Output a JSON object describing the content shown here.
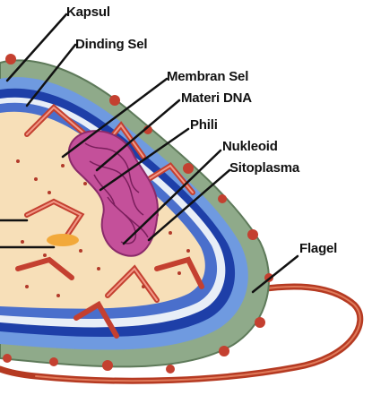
{
  "labels": {
    "kapsul": "Kapsul",
    "dinding_sel": "Dinding Sel",
    "membran_sel": "Membran Sel",
    "materi_dna": "Materi DNA",
    "phili": "Phili",
    "nukleoid": "Nukleoid",
    "sitoplasma": "Sitoplasma",
    "flagel": "Flagel"
  },
  "colors": {
    "capsule": "#8faa8a",
    "cell_wall": "#5f8ad8",
    "membrane_blue": "#1e3fa8",
    "cytoplasm": "#f7dfb8",
    "dna": "#b0408a",
    "pili": "#c44030",
    "flagellum": "#b53a22",
    "label_text": "#111111"
  }
}
